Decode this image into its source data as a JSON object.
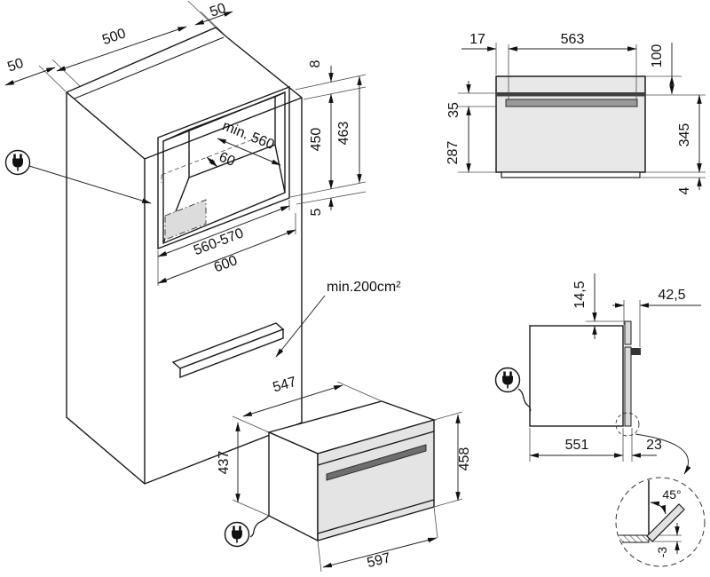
{
  "cabinet": {
    "left50": "50",
    "top500": "500",
    "right50": "50",
    "gap8": "8",
    "niche450": "450",
    "total463": "463",
    "panel5": "5",
    "min_depth": "min. 560",
    "back60": "60",
    "range": "560-570",
    "width600": "600",
    "vent_area": "min.200cm²"
  },
  "front": {
    "offset17": "17",
    "width563": "563",
    "h100": "100",
    "h35": "35",
    "h287": "287",
    "h345": "345",
    "h4": "4"
  },
  "oven": {
    "depth547": "547",
    "height437": "437",
    "door458": "458",
    "width597": "597"
  },
  "side": {
    "top145": "14,5",
    "front425": "42,5",
    "depth551": "551",
    "door23": "23",
    "angle45": "45°",
    "minus3": "-3"
  },
  "icons": {
    "plug": "power-plug"
  }
}
